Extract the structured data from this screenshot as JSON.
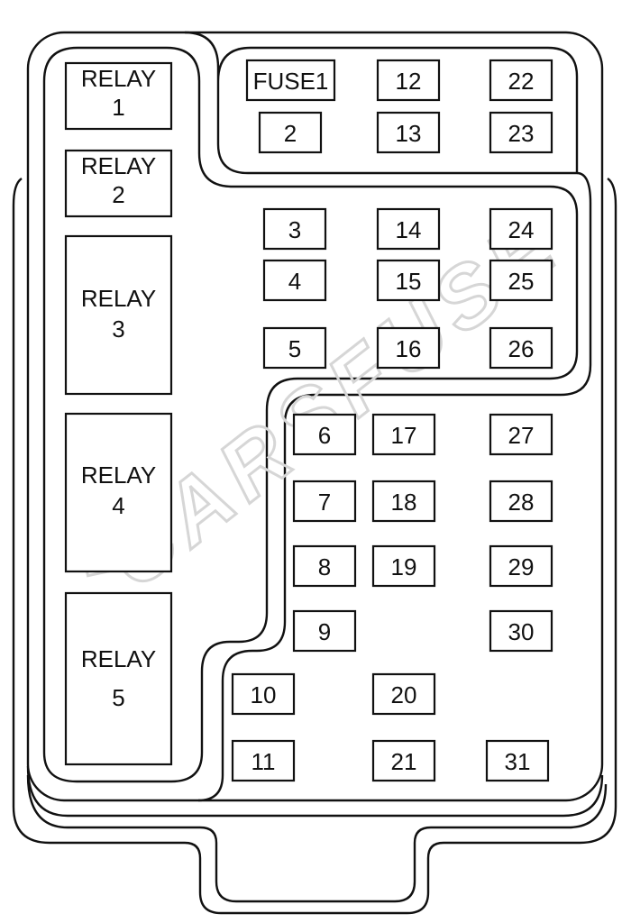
{
  "title": "Fuse box diagram",
  "watermark": "CARSFUSE",
  "relays": [
    {
      "label": "RELAY",
      "number": "1"
    },
    {
      "label": "RELAY",
      "number": "2"
    },
    {
      "label": "RELAY",
      "number": "3"
    },
    {
      "label": "RELAY",
      "number": "4"
    },
    {
      "label": "RELAY",
      "number": "5"
    }
  ],
  "fuses": [
    "FUSE1",
    "2",
    "3",
    "4",
    "5",
    "6",
    "7",
    "8",
    "9",
    "10",
    "11",
    "12",
    "13",
    "14",
    "15",
    "16",
    "17",
    "18",
    "19",
    "20",
    "21",
    "22",
    "23",
    "24",
    "25",
    "26",
    "27",
    "28",
    "29",
    "30",
    "31"
  ],
  "colors": {
    "line": "#111111",
    "background": "#ffffff",
    "watermark": "#d6d6d6"
  }
}
